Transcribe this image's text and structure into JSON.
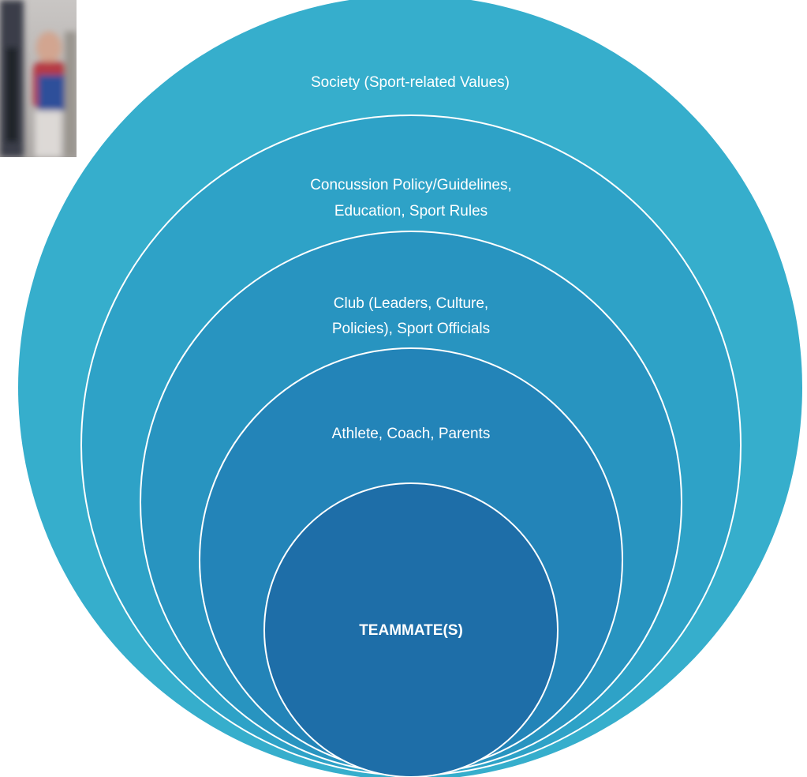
{
  "diagram": {
    "rings": [
      {
        "lines": [
          "Society (Sport-related Values)"
        ],
        "color": "#36aecc"
      },
      {
        "lines": [
          "Concussion Policy/Guidelines,",
          "Education, Sport Rules"
        ],
        "color": "#2ea2c7"
      },
      {
        "lines": [
          "Club (Leaders, Culture,",
          "Policies), Sport Officials"
        ],
        "color": "#2894c0"
      },
      {
        "lines": [
          "Athlete,  Coach, Parents"
        ],
        "color": "#2384b8"
      },
      {
        "lines": [
          "TEAMMATE(S)"
        ],
        "color": "#1e6ea8"
      }
    ],
    "outline_color": "#ffffff"
  },
  "photo": {
    "icon": "athletes-photo"
  }
}
